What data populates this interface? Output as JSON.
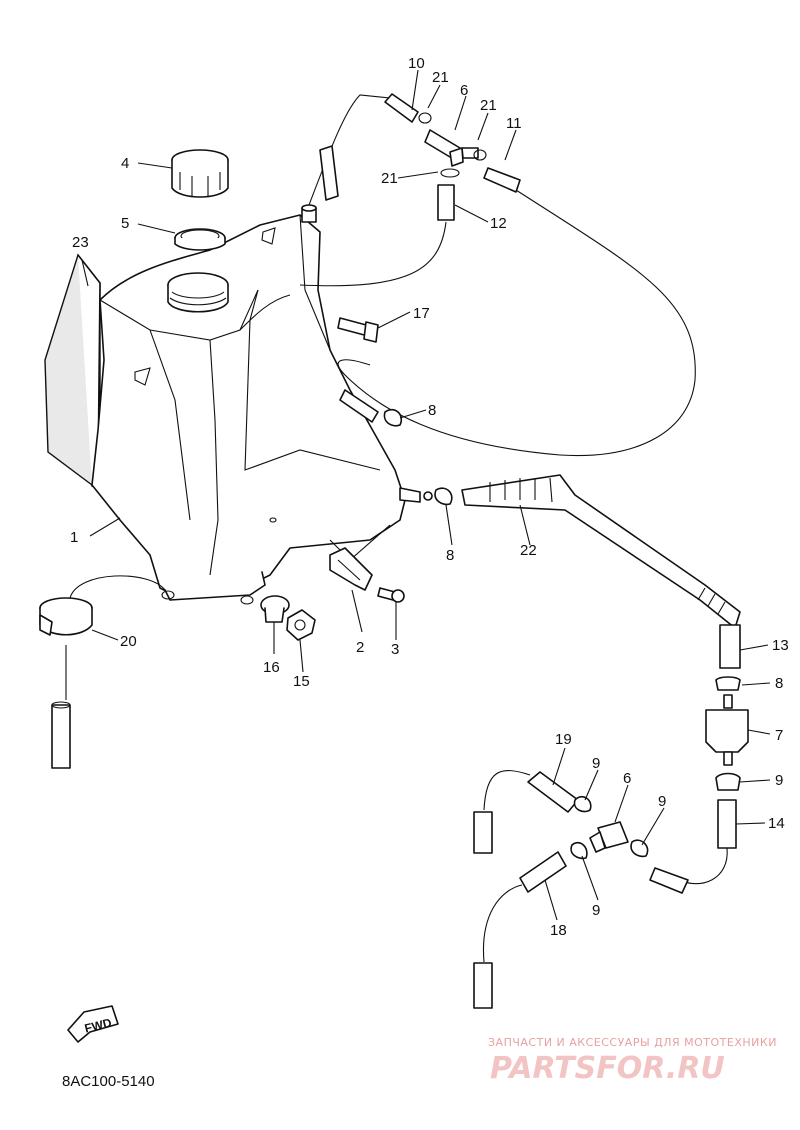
{
  "callouts": {
    "c1": "1",
    "c2": "2",
    "c3": "3",
    "c4": "4",
    "c5": "5",
    "c6a": "6",
    "c6b": "6",
    "c7": "7",
    "c8a": "8",
    "c8b": "8",
    "c8c": "8",
    "c9a": "9",
    "c9b": "9",
    "c9c": "9",
    "c9d": "9",
    "c10": "10",
    "c11": "11",
    "c12": "12",
    "c13": "13",
    "c14": "14",
    "c15": "15",
    "c16": "16",
    "c17": "17",
    "c18": "18",
    "c19": "19",
    "c20": "20",
    "c21a": "21",
    "c21b": "21",
    "c21c": "21",
    "c22": "22",
    "c23": "23"
  },
  "diagram_code": "8AC100-5140",
  "fwd_label": "FWD",
  "watermark": {
    "top_text": "ЗАПЧАСТИ И АКСЕССУАРЫ ДЛЯ МОТОТЕХНИКИ",
    "logo_text": "PARTSFOR.RU"
  }
}
